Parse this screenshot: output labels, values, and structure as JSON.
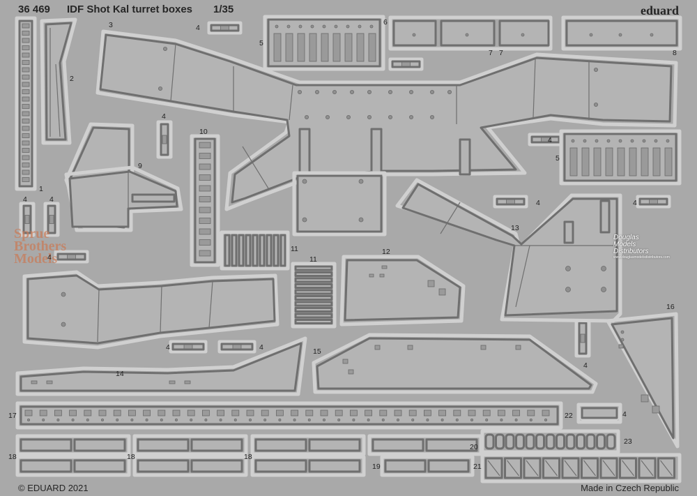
{
  "header": {
    "catalog_number": "36 469",
    "title": "IDF Shot Kal turret boxes",
    "scale": "1/35",
    "brand": "eduard"
  },
  "footer": {
    "copyright": "© EDUARD 2021",
    "origin": "Made in Czech Republic"
  },
  "watermarks": {
    "sprue_brothers": [
      "Sprue",
      "Brothers",
      "Models"
    ],
    "dmd": [
      "Douglas",
      "Models",
      "Distributors",
      "www.douglasmodelsdistributors.com"
    ]
  },
  "part_numbers": {
    "p1": "1",
    "p2": "2",
    "p3": "3",
    "p4": "4",
    "p5": "5",
    "p6": "6",
    "p7": "7",
    "p8": "8",
    "p9": "9",
    "p10": "10",
    "p11": "11",
    "p12": "12",
    "p13": "13",
    "p14": "14",
    "p15": "15",
    "p16": "16",
    "p17": "17",
    "p18": "18",
    "p19": "19",
    "p20": "20",
    "p21": "21",
    "p22": "22",
    "p23": "23"
  },
  "colors": {
    "metal_background": "#a9a9a9",
    "part_fill": "#b4b4b4",
    "etch_frame": "#d0d0d0",
    "text": "#262626"
  }
}
